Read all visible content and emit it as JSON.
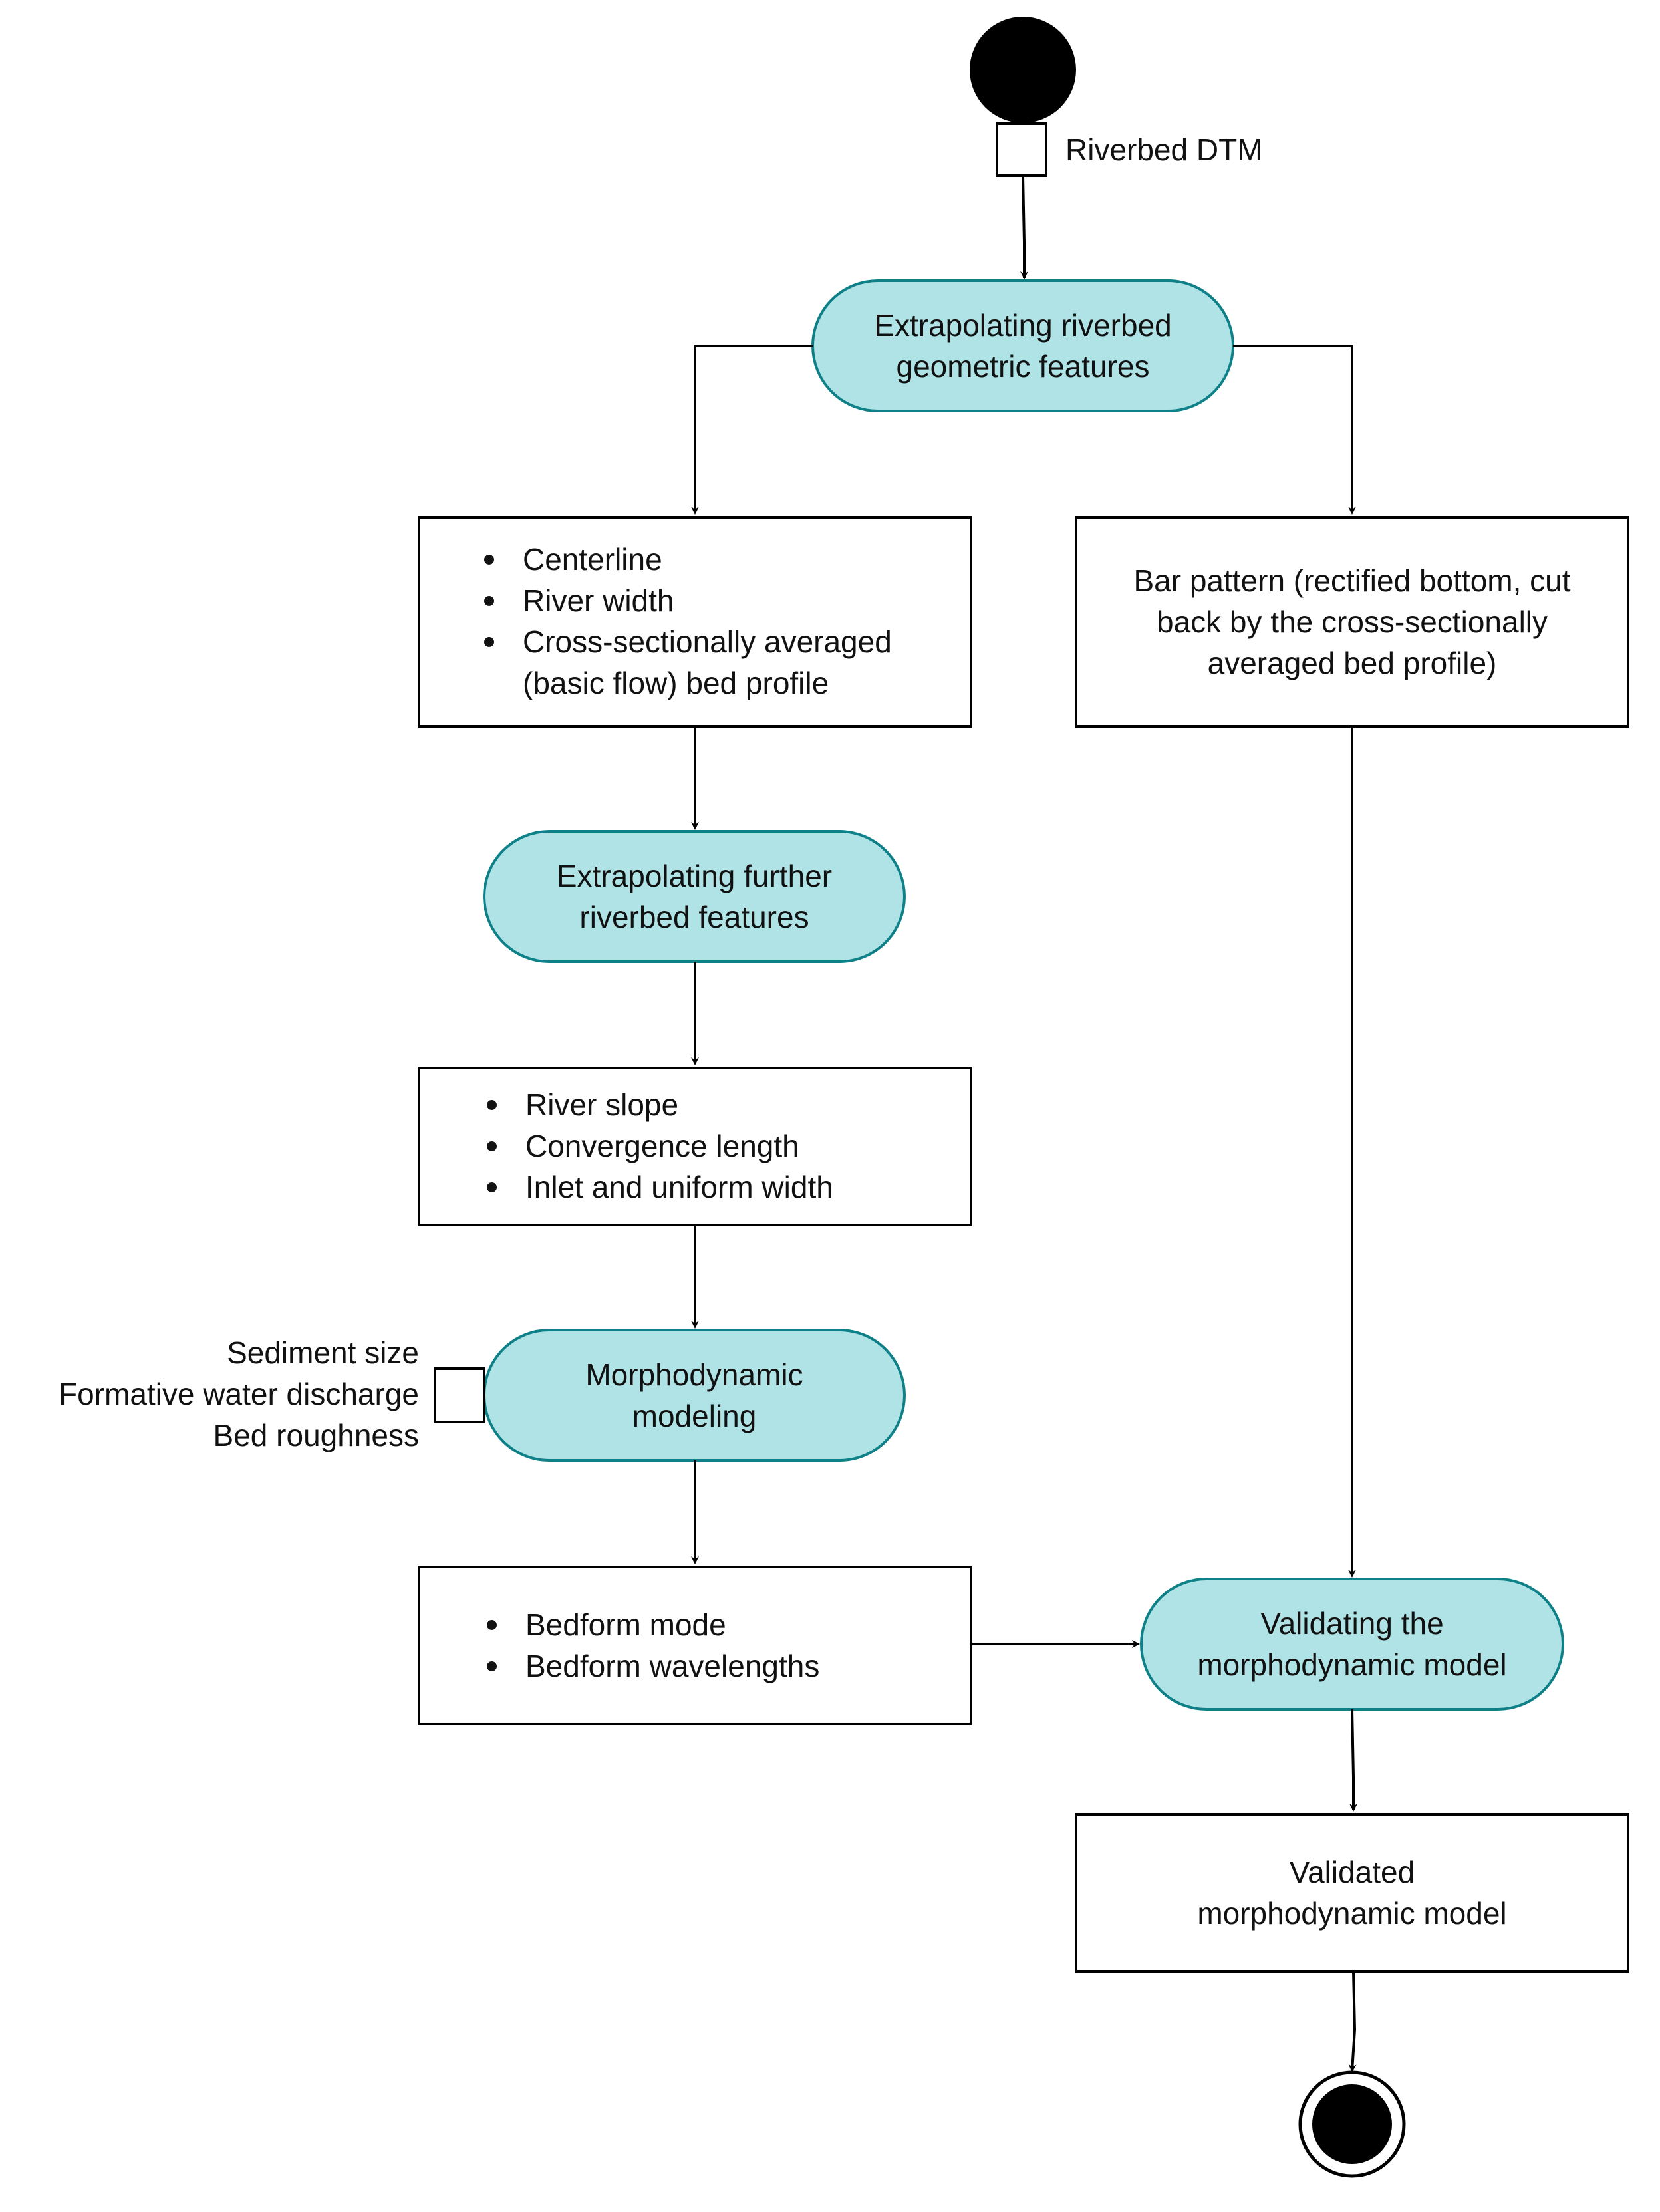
{
  "diagram": {
    "colors": {
      "activity_fill": "#b0e3e6",
      "activity_stroke": "#0e8088",
      "line": "#000000",
      "node_fill": "#000000"
    },
    "input_pin_label": "Riverbed DTM",
    "activity_1": {
      "lines": [
        "Extrapolating riverbed",
        "geometric features"
      ]
    },
    "box_basic": {
      "items": [
        "Centerline",
        "River width",
        "Cross-sectionally averaged",
        "(basic flow) bed profile"
      ]
    },
    "box_bar_pattern": {
      "lines": [
        "Bar pattern (rectified bottom, cut",
        "back by the cross-sectionally",
        "averaged bed profile)"
      ]
    },
    "activity_2": {
      "lines": [
        "Extrapolating further",
        "riverbed features"
      ]
    },
    "box_further": {
      "items": [
        "River slope",
        "Convergence length",
        "Inlet and uniform width"
      ]
    },
    "activity_3": {
      "lines": [
        "Morphodynamic",
        "modeling"
      ]
    },
    "model_inputs": [
      "Sediment size",
      "Formative water discharge",
      "Bed roughness"
    ],
    "box_bedform": {
      "items": [
        "Bedform mode",
        "Bedform wavelengths"
      ]
    },
    "activity_4": {
      "lines": [
        "Validating the",
        "morphodynamic model"
      ]
    },
    "box_validated": {
      "lines": [
        "Validated",
        "morphodynamic model"
      ]
    }
  }
}
